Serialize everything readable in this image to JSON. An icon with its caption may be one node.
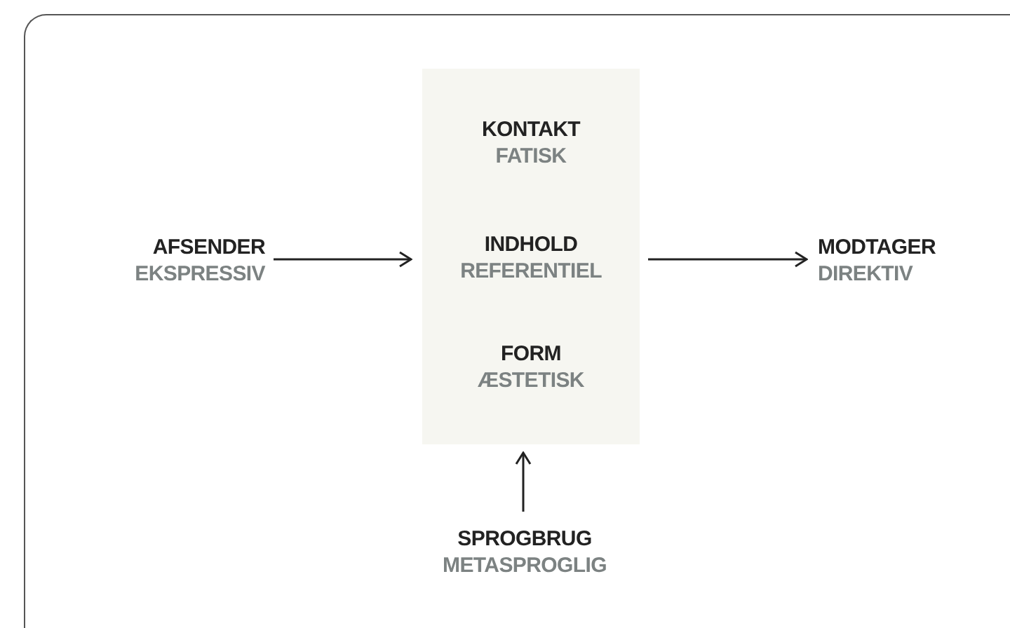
{
  "diagram": {
    "nodes": [
      {
        "text": [],
        "shape": "box"
      },
      {
        "text": [
          "AFSENDER",
          "EKSPRESSIV"
        ],
        "in": 0
      },
      {
        "text": [],
        "shape": "box",
        "in": 0
      },
      {
        "text": [
          "KONTAKT",
          "FATISK"
        ],
        "in": 2
      },
      {
        "text": [
          "INDHOLD",
          "REFERENTIEL"
        ],
        "in": 2
      },
      {
        "text": [
          "FORM",
          "ÆSTETISK"
        ],
        "in": 2
      },
      {
        "text": [
          "MODTAGER",
          "DIREKTIV"
        ],
        "in": 0
      },
      {
        "text": [
          "SPROGBRUG",
          "METASPROGLIG"
        ],
        "in": 0
      }
    ],
    "edges": [
      {
        "from": 1,
        "to": 2,
        "arrow": "to"
      },
      {
        "from": 2,
        "to": 6,
        "arrow": "to"
      },
      {
        "from": 7,
        "to": 2,
        "arrow": "to"
      }
    ]
  }
}
